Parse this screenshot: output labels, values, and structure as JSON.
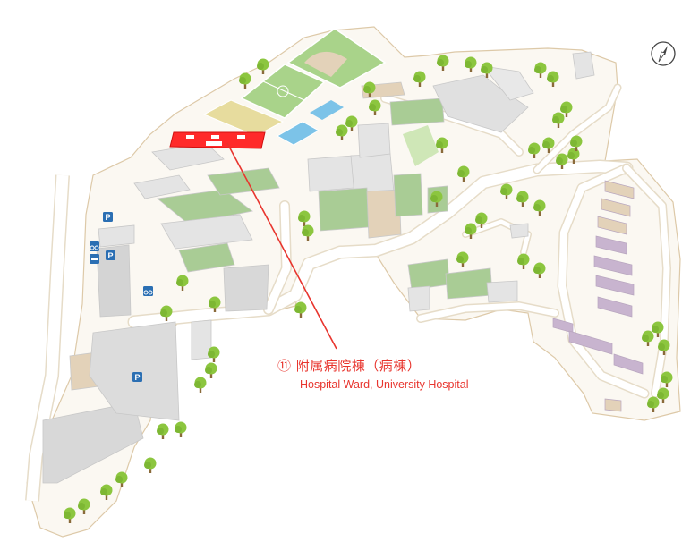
{
  "highlight": {
    "number": "⑪",
    "name_ja": "附属病院棟（病棟）",
    "name_en": "Hospital Ward, University Hospital",
    "color": "#ff2a2a"
  },
  "parking_label": "P",
  "icons": {
    "compass": "compass-icon",
    "parking": "parking-icon",
    "bicycle": "bicycle-parking-icon",
    "motorcycle": "motorcycle-parking-icon",
    "tree": "tree-icon"
  },
  "colors": {
    "campus": "#fbf8f2",
    "campus_outline": "#ddc9a8",
    "road": "#ffffff",
    "field": "#a9d38a",
    "field_light": "#cfe7b7",
    "tennis": "#e7dc9e",
    "pool": "#7cc3e8",
    "building": "#e4e4e4",
    "roof_green": "#a9cc95",
    "roof_purple": "#c8b4cf",
    "roof_tan": "#e3d2b9",
    "parking_blue": "#2b6fb3",
    "tree_green": "#8cc63f",
    "trunk": "#8a6a3a"
  }
}
